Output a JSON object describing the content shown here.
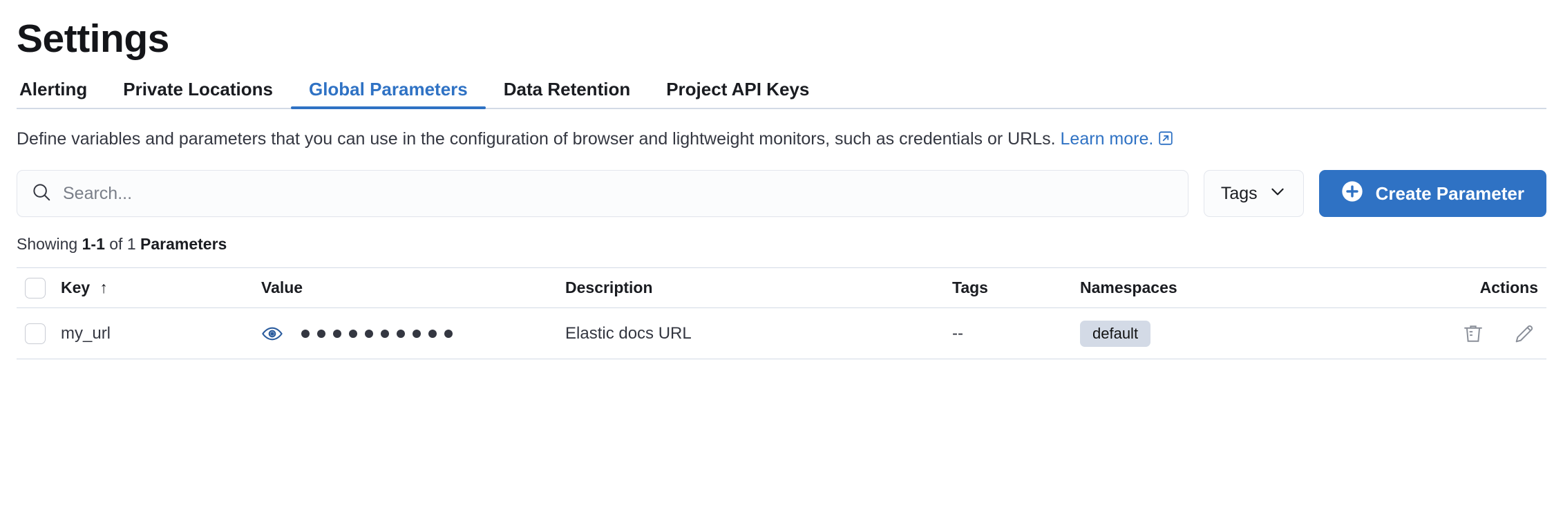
{
  "header": {
    "title": "Settings"
  },
  "tabs": [
    {
      "label": "Alerting",
      "active": false,
      "name": "tab-alerting"
    },
    {
      "label": "Private Locations",
      "active": false,
      "name": "tab-private-locations"
    },
    {
      "label": "Global Parameters",
      "active": true,
      "name": "tab-global-parameters"
    },
    {
      "label": "Data Retention",
      "active": false,
      "name": "tab-data-retention"
    },
    {
      "label": "Project API Keys",
      "active": false,
      "name": "tab-project-api-keys"
    }
  ],
  "description": {
    "text": "Define variables and parameters that you can use in the configuration of browser and lightweight monitors, such as credentials or URLs.",
    "link_text": "Learn more.",
    "link_icon": "external-link-icon"
  },
  "search": {
    "placeholder": "Search...",
    "value": "",
    "icon": "search-icon"
  },
  "tags_filter": {
    "label": "Tags",
    "icon": "chevron-down-icon"
  },
  "create_button": {
    "label": "Create Parameter",
    "icon": "plus-circle-icon"
  },
  "results": {
    "prefix": "Showing ",
    "range": "1-1",
    "middle": " of 1 ",
    "entity": "Parameters"
  },
  "table": {
    "columns": [
      {
        "label": "Key",
        "name": "column-key",
        "sort_icon": "arrow-up-icon"
      },
      {
        "label": "Value",
        "name": "column-value"
      },
      {
        "label": "Description",
        "name": "column-description"
      },
      {
        "label": "Tags",
        "name": "column-tags"
      },
      {
        "label": "Namespaces",
        "name": "column-namespaces"
      },
      {
        "label": "Actions",
        "name": "column-actions"
      }
    ],
    "rows": [
      {
        "key": "my_url",
        "value_masked_dots": 10,
        "value_toggle_icon": "eye-icon",
        "description": "Elastic docs URL",
        "tags": "--",
        "namespace": "default",
        "actions": [
          "trash-icon",
          "pencil-icon"
        ]
      }
    ]
  },
  "colors": {
    "accent": "#2f72c4",
    "text": "#343741",
    "heading": "#1a1c21",
    "border": "#d3dae6",
    "badge_bg": "#d3dae6",
    "input_bg": "#fbfcfd"
  }
}
